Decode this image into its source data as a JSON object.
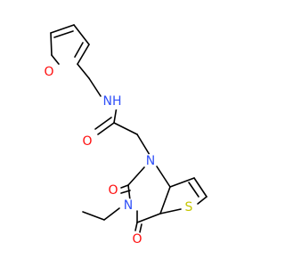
{
  "molecule": {
    "atoms": {
      "furan_o": "O",
      "amide_nh": "NH",
      "amide_o": "O",
      "n1": "N",
      "c2_o": "O",
      "n3": "N",
      "c4_o": "O",
      "s": "S"
    },
    "colors": {
      "carbon": "#000000",
      "oxygen": "#ff0d0d",
      "nitrogen": "#3050f8",
      "sulfur": "#c6c600"
    }
  }
}
